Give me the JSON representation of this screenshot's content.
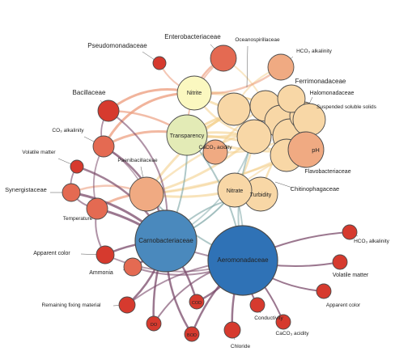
{
  "colors": {
    "dark_red": "#d63a2e",
    "red_orange": "#e46a52",
    "salmon": "#f0aa82",
    "peach": "#f8d7a6",
    "light_yellow": "#fbf8c0",
    "pale_green": "#e3ebb6",
    "steel_blue": "#4a89bd",
    "royal_blue": "#2f72b6",
    "node_stroke": "#4a4a4a",
    "edge_warm": "#f4d08c",
    "edge_orange": "#eda183",
    "edge_purple": "#7a4a6a",
    "edge_teal": "#7aa4a4"
  },
  "nodes": [
    {
      "id": "pseudomonadaceae",
      "label": "Pseudomonadaceae",
      "color": "dark_red"
    },
    {
      "id": "enterobacteriaceae",
      "label": "Enterobacteriaceae",
      "color": "red_orange"
    },
    {
      "id": "oceanospirillaceae",
      "label": "Oceanospirillaceae",
      "color": "peach"
    },
    {
      "id": "hco3_top",
      "label": "HCO₃ alkalinity",
      "color": "salmon"
    },
    {
      "id": "nitrite",
      "label": "Nitrite",
      "color": "light_yellow"
    },
    {
      "id": "ferrimonadaceae",
      "label": "Ferrimonadaceae",
      "color": "peach"
    },
    {
      "id": "halomonadaceae",
      "label": "Halomonadaceae",
      "color": "peach"
    },
    {
      "id": "suspended",
      "label": "Suspended soluble solids",
      "color": "peach"
    },
    {
      "id": "bacillaceae",
      "label": "Bacillaceae",
      "color": "dark_red"
    },
    {
      "id": "co3",
      "label": "CO₃ alkalinity",
      "color": "red_orange"
    },
    {
      "id": "transparency",
      "label": "Transparency",
      "color": "pale_green"
    },
    {
      "id": "caco3_acidity_top",
      "label": "CaCO₃ acidity",
      "color": "salmon"
    },
    {
      "id": "ph",
      "label": "pH",
      "color": "salmon"
    },
    {
      "id": "flavobacteriaceae",
      "label": "Flavobacteriaceae",
      "color": "peach"
    },
    {
      "id": "volatile_left",
      "label": "Volatile matter",
      "color": "dark_red"
    },
    {
      "id": "paenibacillaceae",
      "label": "Paenibacillaceae",
      "color": "salmon"
    },
    {
      "id": "synergistaceae",
      "label": "Synergistaceae",
      "color": "red_orange"
    },
    {
      "id": "nitrate",
      "label": "Nitrate",
      "color": "peach"
    },
    {
      "id": "turbidity",
      "label": "Turbidity",
      "color": "peach"
    },
    {
      "id": "chitinophagaceae",
      "label": "Chitinophagaceae",
      "color": "peach"
    },
    {
      "id": "temperature",
      "label": "Temperature",
      "color": "red_orange"
    },
    {
      "id": "carnobacteriaceae",
      "label": "Carnobacteriaceae",
      "color": "steel_blue"
    },
    {
      "id": "aeromonadaceae",
      "label": "Aeromonadaceae",
      "color": "royal_blue"
    },
    {
      "id": "hco3_right",
      "label": "HCO₃ alkalinity",
      "color": "dark_red"
    },
    {
      "id": "apparent_left",
      "label": "Apparent color",
      "color": "dark_red"
    },
    {
      "id": "volatile_right",
      "label": "Volatile matter",
      "color": "dark_red"
    },
    {
      "id": "ammonia",
      "label": "Ammonia",
      "color": "red_orange"
    },
    {
      "id": "apparent_right",
      "label": "Apparent color",
      "color": "dark_red"
    },
    {
      "id": "remaining",
      "label": "Remaining fixing material",
      "color": "dark_red"
    },
    {
      "id": "cod",
      "label": "COD",
      "color": "dark_red"
    },
    {
      "id": "do",
      "label": "DO",
      "color": "dark_red"
    },
    {
      "id": "bod",
      "label": "BOD",
      "color": "dark_red"
    },
    {
      "id": "conductivity",
      "label": "Conductivity",
      "color": "dark_red"
    },
    {
      "id": "caco3_right",
      "label": "CaCO₃ acidity",
      "color": "dark_red"
    },
    {
      "id": "chloride",
      "label": "Chloride",
      "color": "dark_red"
    }
  ]
}
